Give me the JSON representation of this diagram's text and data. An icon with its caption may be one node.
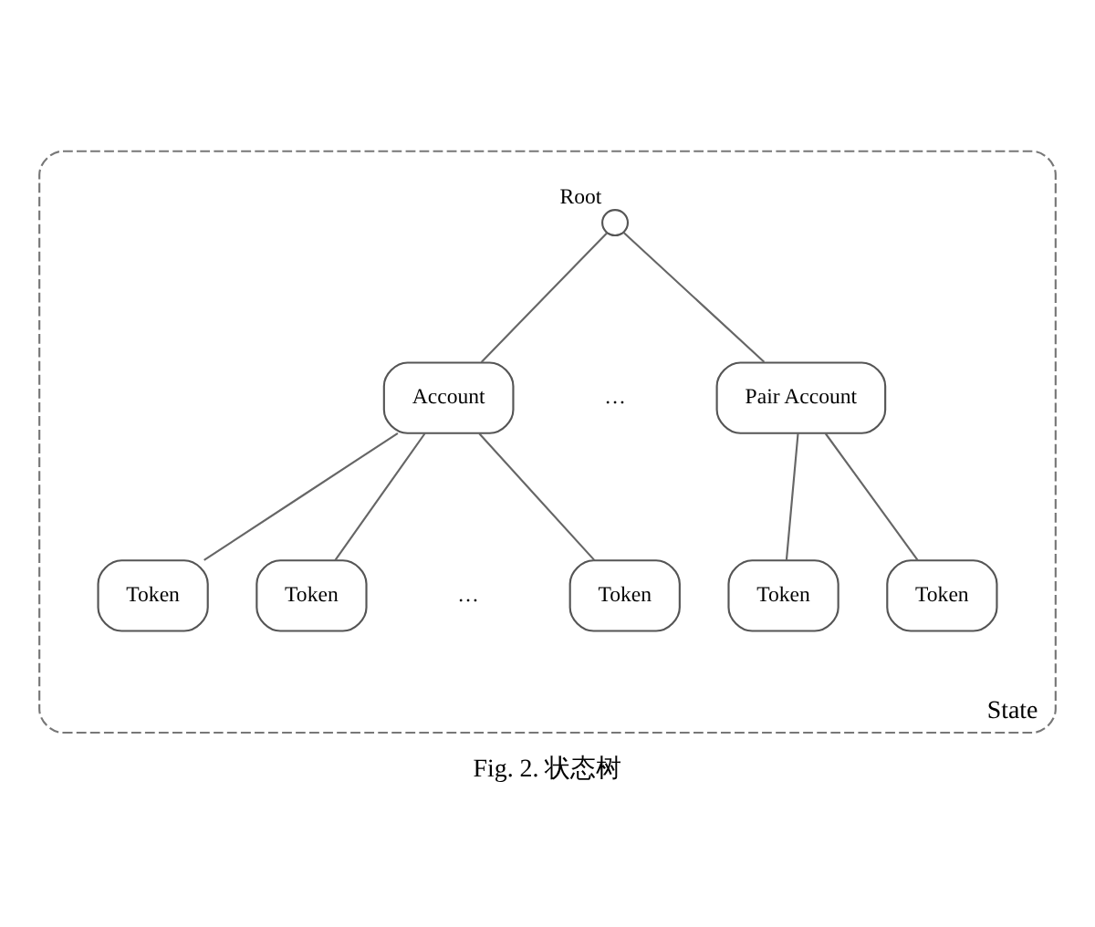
{
  "diagram": {
    "caption": "Fig. 2. 状态树",
    "nodes": [
      {
        "text": [
          "State"
        ]
      },
      {
        "text": [
          "Root"
        ],
        "in": 0
      },
      {
        "text": [
          "Account"
        ],
        "in": 0
      },
      {
        "text": [
          "Pair Account"
        ],
        "in": 0
      },
      {
        "text": [
          "Token"
        ],
        "in": 0
      },
      {
        "text": [
          "Token"
        ],
        "in": 0
      },
      {
        "text": [
          "Token"
        ],
        "in": 0
      },
      {
        "text": [
          "Token"
        ],
        "in": 0
      },
      {
        "text": [
          "Token"
        ],
        "in": 0
      }
    ],
    "edges": [
      {
        "from": 1,
        "to": 2,
        "arrow": "none"
      },
      {
        "from": 1,
        "to": 3,
        "arrow": "none"
      },
      {
        "from": 2,
        "to": 4,
        "arrow": "none"
      },
      {
        "from": 2,
        "to": 5,
        "arrow": "none"
      },
      {
        "from": 2,
        "to": 6,
        "arrow": "none"
      },
      {
        "from": 3,
        "to": 7,
        "arrow": "none"
      },
      {
        "from": 3,
        "to": 8,
        "arrow": "none"
      }
    ],
    "labels": [
      "…",
      "…"
    ]
  }
}
